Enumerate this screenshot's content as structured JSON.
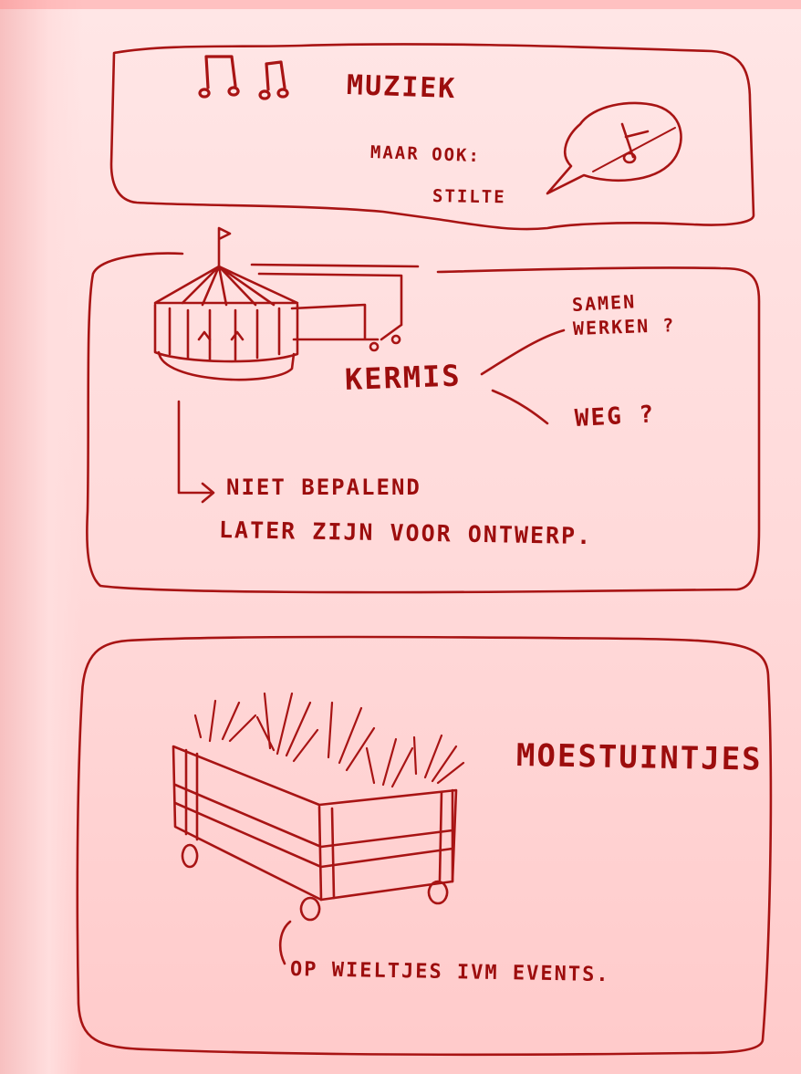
{
  "sketch": {
    "muziek": {
      "title": "MUZIEK",
      "note": "MAAR OOK:",
      "word": "STILTE"
    },
    "kermis": {
      "title": "KERMIS",
      "option1": "SAMEN",
      "option1b": "WERKEN ?",
      "option2": "WEG ?",
      "line1": "NIET BEPALEND",
      "line2": "LATER ZIJN VOOR ONTWERP."
    },
    "moestuintjes": {
      "title": "MOESTUINTJES",
      "note": "OP WIELTJES IVM EVENTS."
    }
  },
  "colors": {
    "ink": "#9c0d0d",
    "paper": "#ffe4e4"
  }
}
